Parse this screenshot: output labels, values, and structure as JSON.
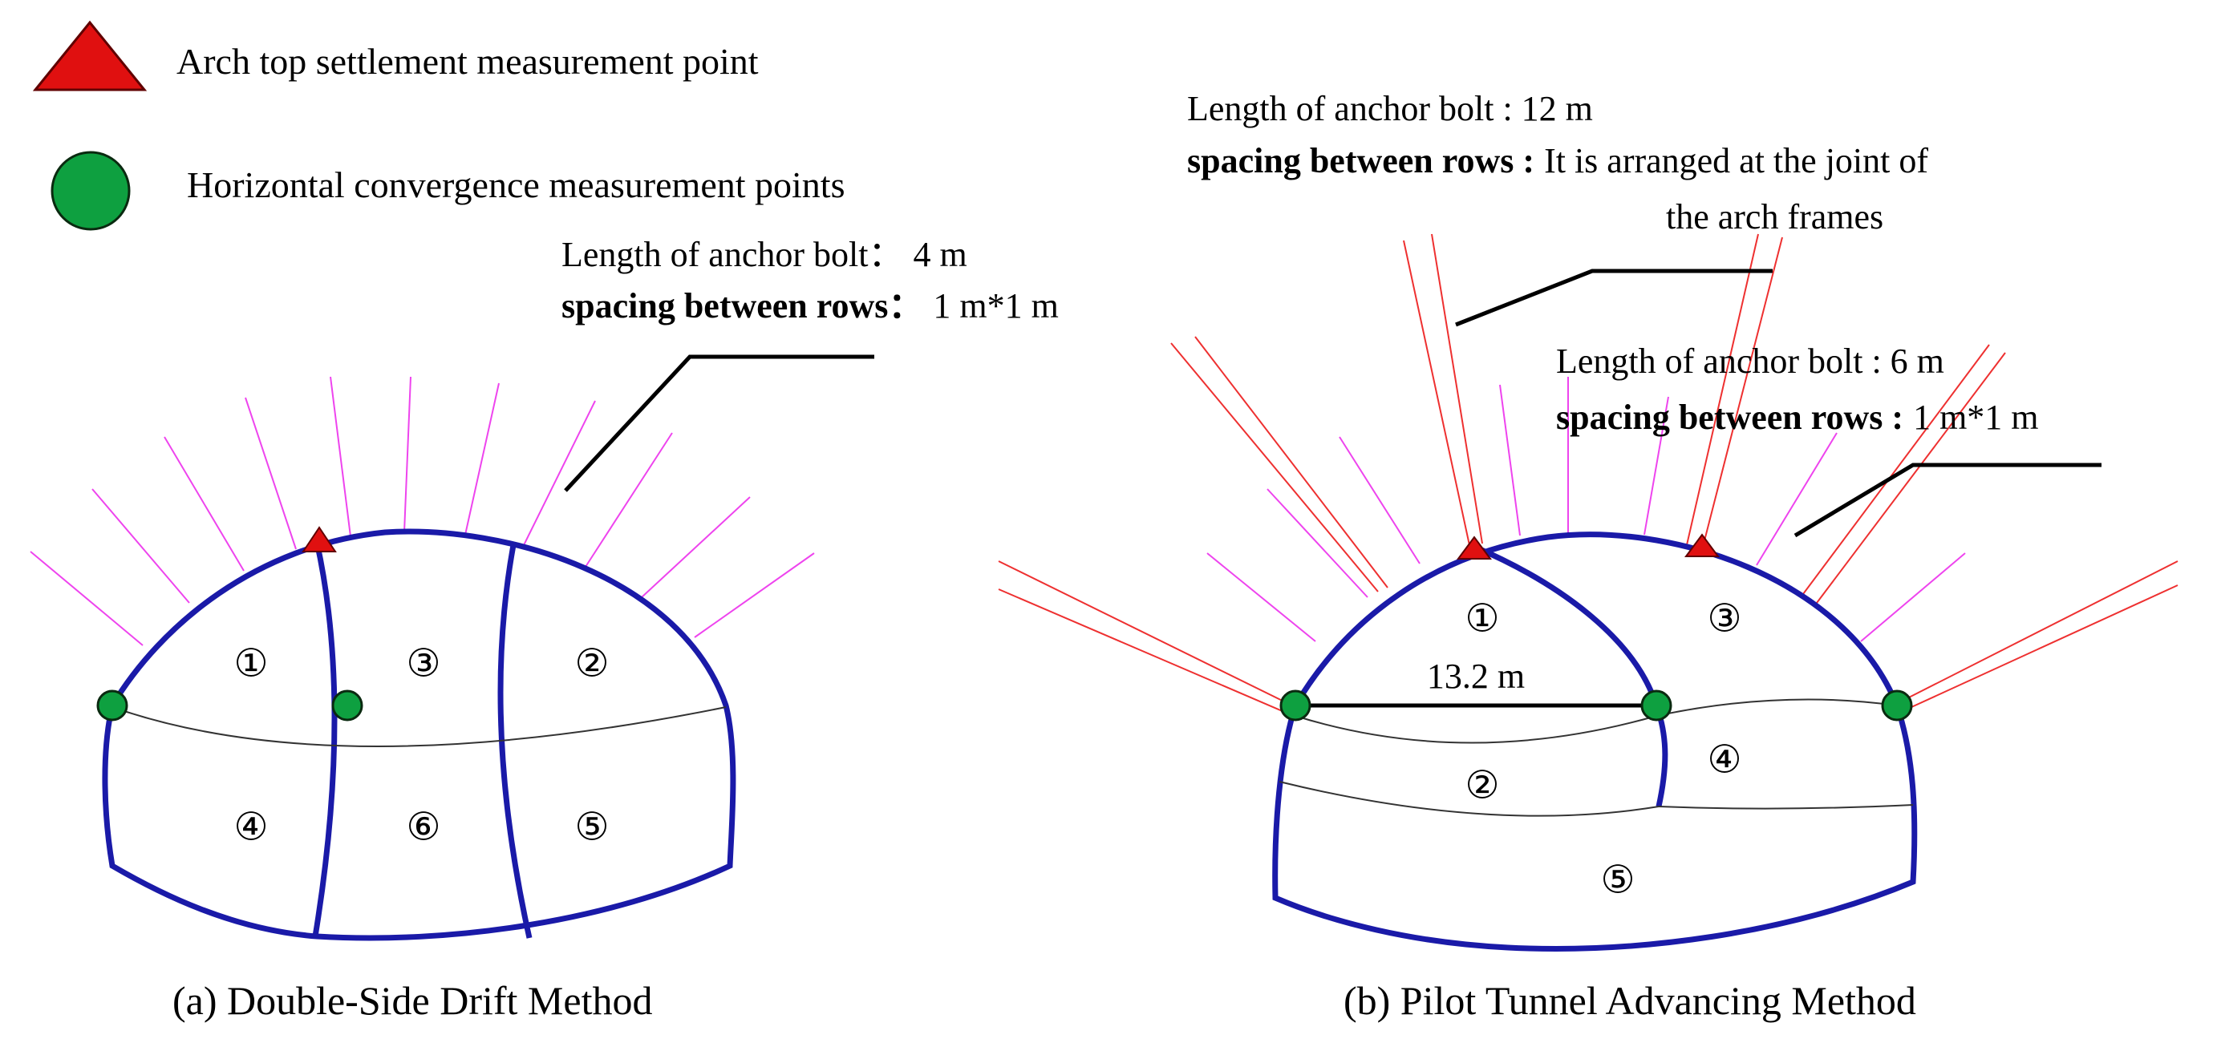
{
  "legend": {
    "arch_top": "Arch top settlement measurement point",
    "horizontal": "Horizontal convergence measurement points"
  },
  "colors": {
    "lining": "#1a1aa8",
    "bolt_a": "#ee44ee",
    "bolt_b": "#ee3030",
    "triangle": "#e01010",
    "circle": "#0ea040"
  },
  "panel_a": {
    "bolt_length_label": "Length of anchor bolt：",
    "bolt_length_value": "4 m",
    "spacing_label": "spacing between rows：",
    "spacing_value": "1 m*1 m",
    "sections": [
      "①",
      "②",
      "③",
      "④",
      "⑤",
      "⑥"
    ],
    "caption": "(a) Double-Side Drift Method"
  },
  "panel_b": {
    "bolt1_length_label": "Length of anchor bolt : 12 m",
    "bolt1_spacing_label": "spacing between rows :",
    "bolt1_spacing_value_1": "It is arranged at the joint of",
    "bolt1_spacing_value_2": "the arch frames",
    "bolt2_length_label": "Length of anchor bolt : 6 m",
    "bolt2_spacing_label": "spacing between rows :",
    "bolt2_spacing_value": "1 m*1 m",
    "span": "13.2 m",
    "sections": [
      "①",
      "②",
      "③",
      "④",
      "⑤"
    ],
    "caption": "(b) Pilot Tunnel Advancing Method"
  }
}
